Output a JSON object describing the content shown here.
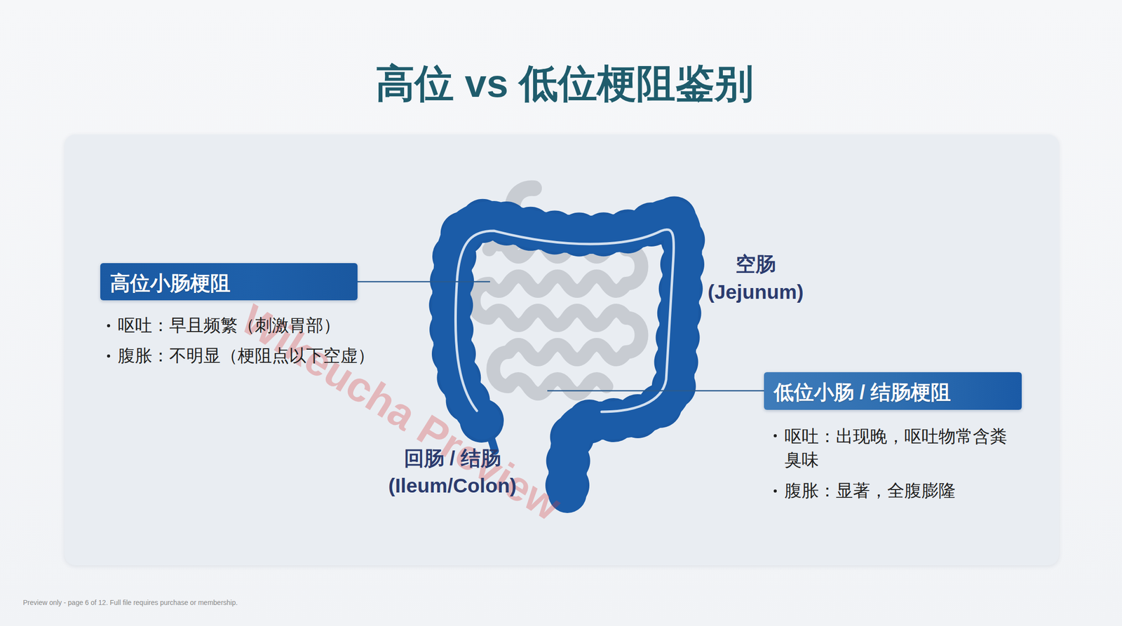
{
  "diagram": {
    "title": "高位 vs  低位梗阻鉴别",
    "nodes": [
      {
        "text": [
          "高位小肠梗阻"
        ]
      },
      {
        "text": [
          "低位小肠 / 结肠梗阻"
        ]
      }
    ],
    "labels": [
      "呕吐：早且频繁（刺激胃部）",
      "腹胀：不明显（梗阻点以下空虚）",
      "空肠",
      "(Jejunum)",
      "呕吐：出现晚，呕吐物常含粪臭味",
      "腹胀：显著，全腹膨隆",
      "回肠 / 结肠",
      "(Ileum/Colon)",
      "Wikeucha Preview",
      "Preview only - page 6 of 12. Full file requires purchase or membership."
    ]
  }
}
